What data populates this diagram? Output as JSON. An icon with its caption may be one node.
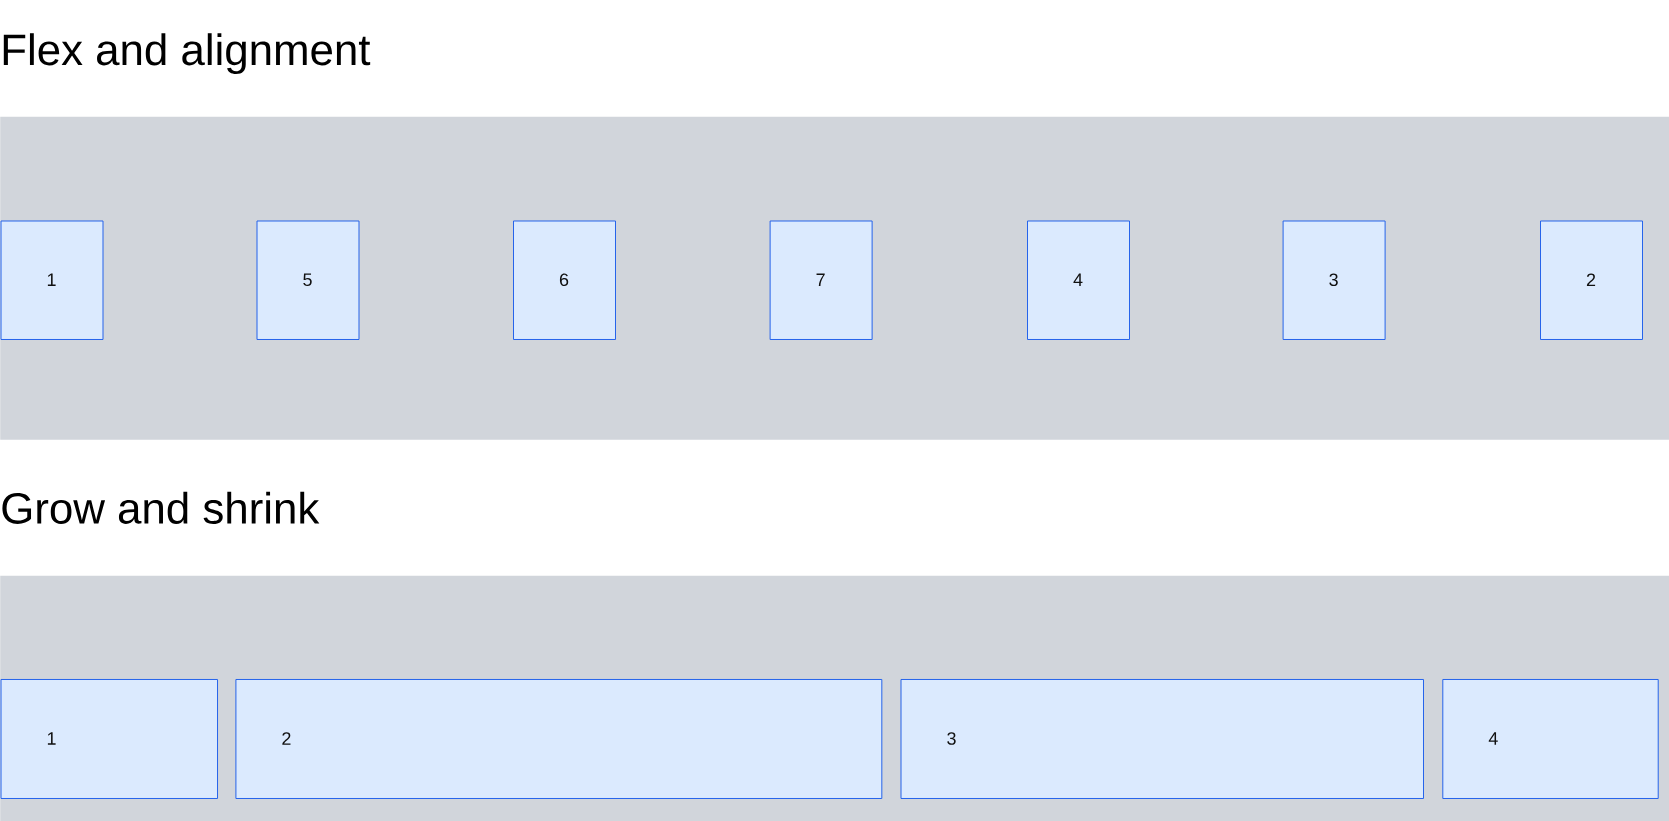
{
  "diagram": {
    "nodes": [
      {
        "text": [
          "Flex and alignment"
        ]
      },
      {
        "text": [
          "1"
        ],
        "in": 0
      },
      {
        "text": [
          "5"
        ],
        "in": 0
      },
      {
        "text": [
          "6"
        ],
        "in": 0
      },
      {
        "text": [
          "7"
        ],
        "in": 0
      },
      {
        "text": [
          "4"
        ],
        "in": 0
      },
      {
        "text": [
          "3"
        ],
        "in": 0
      },
      {
        "text": [
          "2"
        ],
        "in": 0
      },
      {
        "text": [
          "Grow and shrink"
        ]
      },
      {
        "text": [
          "1"
        ],
        "in": 8
      },
      {
        "text": [
          "2"
        ],
        "in": 8
      },
      {
        "text": [
          "3"
        ],
        "in": 8
      },
      {
        "text": [
          "4"
        ],
        "in": 8
      }
    ]
  }
}
